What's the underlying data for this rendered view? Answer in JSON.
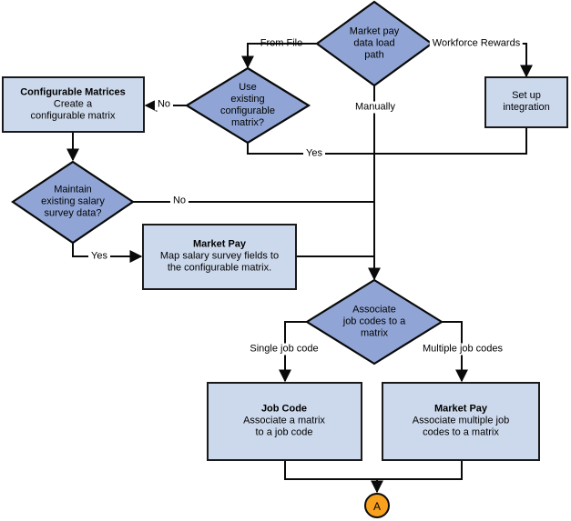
{
  "palette": {
    "diamond_fill": "#90a5d5",
    "box_fill": "#ccd9ec",
    "line_color": "#0a0a0a",
    "circle_fill": "#f7a11e",
    "background": "#ffffff"
  },
  "nodes": {
    "load_path": {
      "lines": [
        "Market pay",
        "data load",
        "path"
      ]
    },
    "use_existing": {
      "lines": [
        "Use",
        "existing",
        "configurable",
        "matrix?"
      ]
    },
    "setup_integration": {
      "lines": [
        "Set up",
        "integration"
      ]
    },
    "configurable_matrices": {
      "title": "Configurable Matrices",
      "lines": [
        "Create a",
        "configurable matrix"
      ]
    },
    "maintain_survey": {
      "lines": [
        "Maintain",
        "existing salary",
        "survey data?"
      ]
    },
    "market_pay_map": {
      "title": "Market Pay",
      "lines": [
        "Map salary survey fields to",
        "the configurable matrix."
      ]
    },
    "associate_job_codes": {
      "lines": [
        "Associate",
        "job codes to a",
        "matrix"
      ]
    },
    "job_code": {
      "title": "Job Code",
      "lines": [
        "Associate a matrix",
        "to a job code"
      ]
    },
    "market_pay_associate": {
      "title": "Market Pay",
      "lines": [
        "Associate multiple job",
        "codes to a matrix"
      ]
    },
    "connector_a": {
      "label": "A"
    }
  },
  "edge_labels": {
    "from_file": {
      "lines": [
        "From",
        "File"
      ]
    },
    "workforce_rewards": {
      "lines": [
        "Workforce",
        "Rewards"
      ]
    },
    "manually": "Manually",
    "no_use_existing": "No",
    "yes_use_existing": "Yes",
    "no_maintain": "No",
    "yes_maintain": "Yes",
    "single_job_code": {
      "lines": [
        "Single",
        "job code"
      ]
    },
    "multiple_job_codes": {
      "lines": [
        "Multiple",
        "job codes"
      ]
    }
  }
}
